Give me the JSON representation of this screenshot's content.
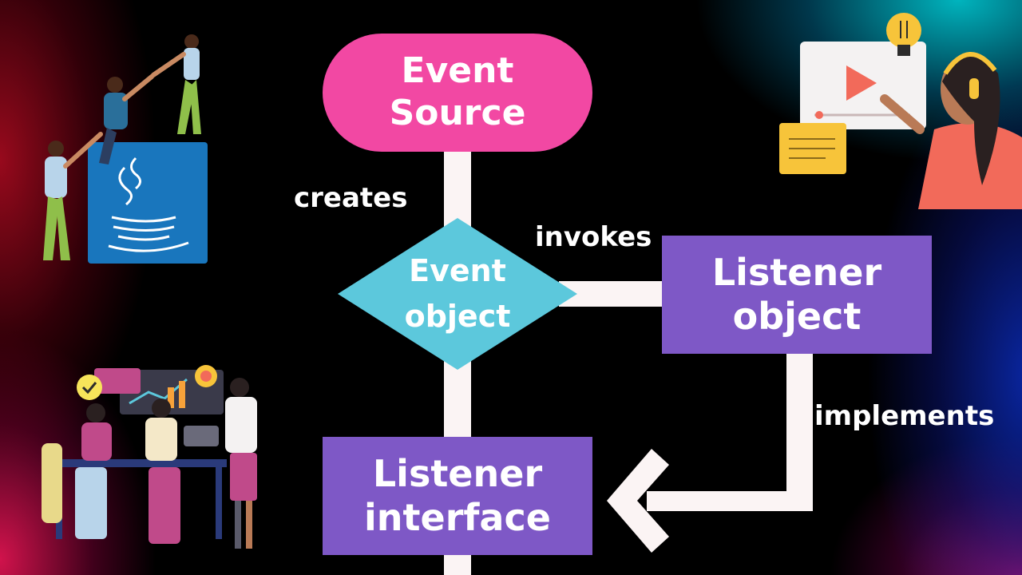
{
  "diagram": {
    "nodes": {
      "event_source": [
        "Event",
        "Source"
      ],
      "event_object": [
        "Event",
        "object"
      ],
      "listener_object": [
        "Listener",
        "object"
      ],
      "listener_interface": [
        "Listener",
        "interface"
      ]
    },
    "edges": {
      "creates": "creates",
      "invokes": "invokes",
      "implements": "implements"
    }
  },
  "colors": {
    "background": "#000000",
    "event_source": "#f248a3",
    "event_object": "#5cc8dc",
    "listener_boxes": "#7e58c6",
    "connectors": "#fbf4f4",
    "java_logo_box": "#1976bd"
  },
  "illustrations": [
    "team-java-climb-illustration",
    "video-lesson-headphones-illustration",
    "team-meeting-analytics-illustration"
  ]
}
